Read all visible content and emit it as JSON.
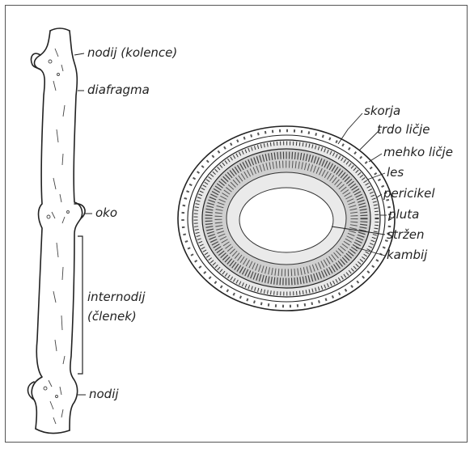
{
  "stem_labels": {
    "node_top": "nodij (kolence)",
    "diaphragm": "diafragma",
    "eye": "oko",
    "internode_line1": "internodij",
    "internode_line2": "(členek)",
    "node_bottom": "nodij"
  },
  "cross_section_labels": [
    "skorja",
    "trdo ličje",
    "mehko ličje",
    "les",
    "pericikel",
    "pluta",
    "stržen",
    "kambij"
  ],
  "colors": {
    "ink": "#222222",
    "background": "#ffffff"
  }
}
